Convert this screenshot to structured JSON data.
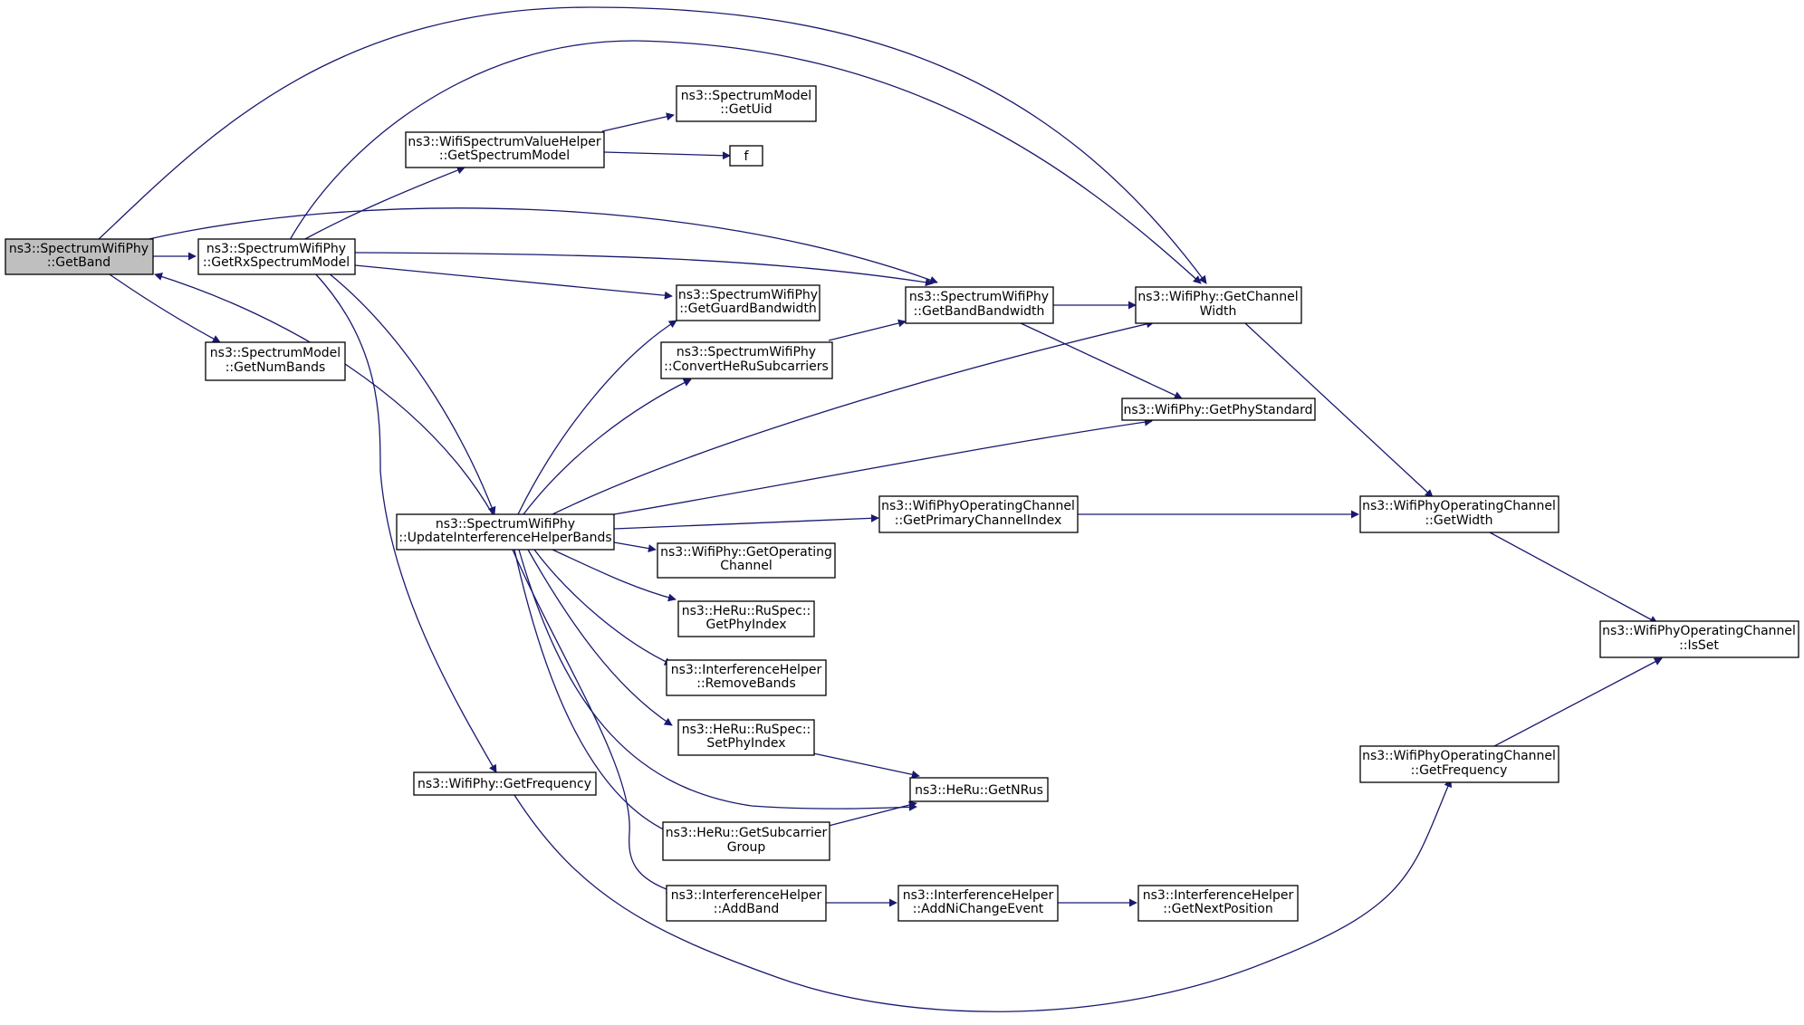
{
  "colors": {
    "edge": "#191970",
    "node_border": "#000000",
    "root_fill": "#bfbfbf",
    "node_fill": "#ffffff"
  },
  "nodes": {
    "getband": {
      "lines": [
        "ns3::SpectrumWifiPhy",
        "::GetBand"
      ],
      "root": true
    },
    "getrxspectrummodel": {
      "lines": [
        "ns3::SpectrumWifiPhy",
        "::GetRxSpectrumModel"
      ]
    },
    "getnumbands": {
      "lines": [
        "ns3::SpectrumModel",
        "::GetNumBands"
      ]
    },
    "updateinterferencehelperbands": {
      "lines": [
        "ns3::SpectrumWifiPhy",
        "::UpdateInterferenceHelperBands"
      ]
    },
    "getfrequency": {
      "lines": [
        "ns3::WifiPhy::GetFrequency"
      ]
    },
    "getspectrummodel": {
      "lines": [
        "ns3::WifiSpectrumValueHelper",
        "::GetSpectrumModel"
      ]
    },
    "getuid": {
      "lines": [
        "ns3::SpectrumModel",
        "::GetUid"
      ]
    },
    "f": {
      "lines": [
        "f"
      ]
    },
    "getguardbandwidth": {
      "lines": [
        "ns3::SpectrumWifiPhy",
        "::GetGuardBandwidth"
      ]
    },
    "convertherusubcarriers": {
      "lines": [
        "ns3::SpectrumWifiPhy",
        "::ConvertHeRuSubcarriers"
      ]
    },
    "getbandbandwidth": {
      "lines": [
        "ns3::SpectrumWifiPhy",
        "::GetBandBandwidth"
      ]
    },
    "getchannelwidth": {
      "lines": [
        "ns3::WifiPhy::GetChannel",
        "Width"
      ]
    },
    "getphystandard": {
      "lines": [
        "ns3::WifiPhy::GetPhyStandard"
      ]
    },
    "getprimarychannelindex": {
      "lines": [
        "ns3::WifiPhyOperatingChannel",
        "::GetPrimaryChannelIndex"
      ]
    },
    "opchannel_getwidth": {
      "lines": [
        "ns3::WifiPhyOperatingChannel",
        "::GetWidth"
      ]
    },
    "getoperatingchannel": {
      "lines": [
        "ns3::WifiPhy::GetOperating",
        "Channel"
      ]
    },
    "getphyindex": {
      "lines": [
        "ns3::HeRu::RuSpec::",
        "GetPhyIndex"
      ]
    },
    "removebands": {
      "lines": [
        "ns3::InterferenceHelper",
        "::RemoveBands"
      ]
    },
    "setphyindex": {
      "lines": [
        "ns3::HeRu::RuSpec::",
        "SetPhyIndex"
      ]
    },
    "getnrus": {
      "lines": [
        "ns3::HeRu::GetNRus"
      ]
    },
    "getsubcarriergroup": {
      "lines": [
        "ns3::HeRu::GetSubcarrier",
        "Group"
      ]
    },
    "addband": {
      "lines": [
        "ns3::InterferenceHelper",
        "::AddBand"
      ]
    },
    "addnichangeevent": {
      "lines": [
        "ns3::InterferenceHelper",
        "::AddNiChangeEvent"
      ]
    },
    "getnextposition": {
      "lines": [
        "ns3::InterferenceHelper",
        "::GetNextPosition"
      ]
    },
    "opchannel_isset": {
      "lines": [
        "ns3::WifiPhyOperatingChannel",
        "::IsSet"
      ]
    },
    "opchannel_getfrequency": {
      "lines": [
        "ns3::WifiPhyOperatingChannel",
        "::GetFrequency"
      ]
    }
  }
}
